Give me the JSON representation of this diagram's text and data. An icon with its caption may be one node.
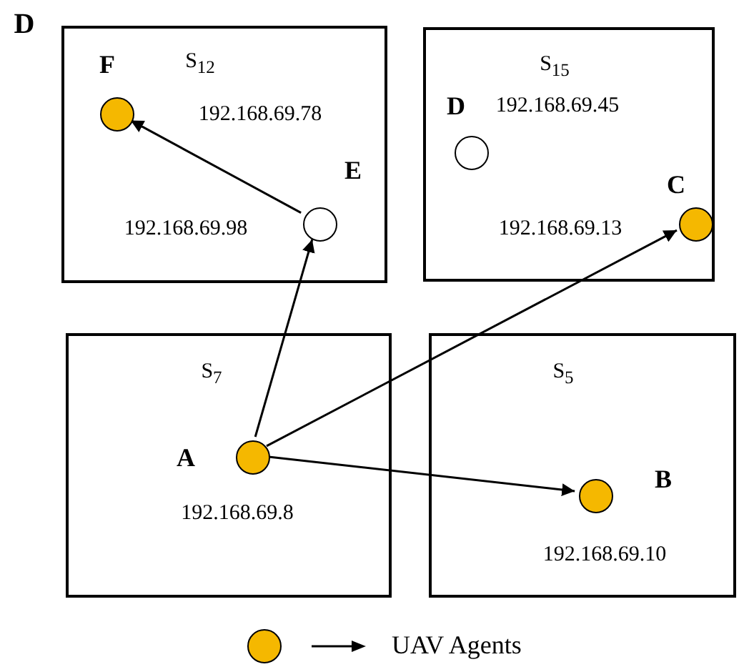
{
  "diagram": {
    "nodes": [
      {
        "text": [
          "S$_{12}$"
        ]
      },
      {
        "text": [],
        "shape": "dot",
        "in": 0,
        "beside": [
          "F",
          "192.168.69.78"
        ]
      },
      {
        "text": [],
        "shape": "circle",
        "in": 0,
        "beside": [
          "E",
          "192.168.69.98"
        ]
      },
      {
        "text": [
          "S$_{15}$"
        ]
      },
      {
        "text": [],
        "shape": "circle",
        "in": 3,
        "beside": [
          "D",
          "192.168.69.45"
        ]
      },
      {
        "text": [],
        "shape": "dot",
        "in": 3,
        "beside": [
          "C",
          "192.168.69.13"
        ]
      },
      {
        "text": [
          "S$_{7}$"
        ]
      },
      {
        "text": [],
        "shape": "dot",
        "in": 6,
        "beside": [
          "A",
          "192.168.69.8"
        ]
      },
      {
        "text": [
          "S$_{5}$"
        ]
      },
      {
        "text": [],
        "shape": "dot",
        "in": 8,
        "beside": [
          "B",
          "192.168.69.10"
        ]
      }
    ],
    "edges": [
      {
        "from": 2,
        "to": 1,
        "arrow": "to"
      },
      {
        "from": 7,
        "to": 2,
        "arrow": "to"
      },
      {
        "from": 7,
        "to": 5,
        "arrow": "to"
      },
      {
        "from": 7,
        "to": 9,
        "arrow": "to"
      }
    ],
    "labels": [
      "D"
    ],
    "legend": [
      {
        "text": "UAV Agents",
        "color": "#f5b800"
      }
    ]
  }
}
